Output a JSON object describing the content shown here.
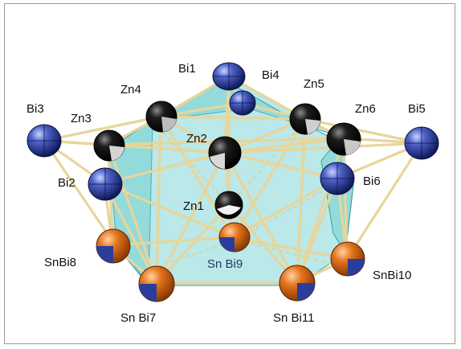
{
  "figure": {
    "labels": {
      "bi1": "Bi1",
      "bi2": "Bi2",
      "bi3": "Bi3",
      "bi4": "Bi4",
      "bi5": "Bi5",
      "bi6": "Bi6",
      "zn1": "Zn1",
      "zn2": "Zn2",
      "zn3": "Zn3",
      "zn4": "Zn4",
      "zn5": "Zn5",
      "zn6": "Zn6",
      "snbi7": "Sn Bi7",
      "snbi8": "SnBi8",
      "snbi9": "Sn Bi9",
      "snbi10": "SnBi10",
      "snbi11": "Sn Bi11"
    },
    "colors": {
      "bi": "#2b3d9c",
      "zn": "#111111",
      "snbi": "#e0701a",
      "bond": "#e8d59a",
      "polyhedron": "#5cc8c8",
      "background": "#ffffff"
    }
  }
}
